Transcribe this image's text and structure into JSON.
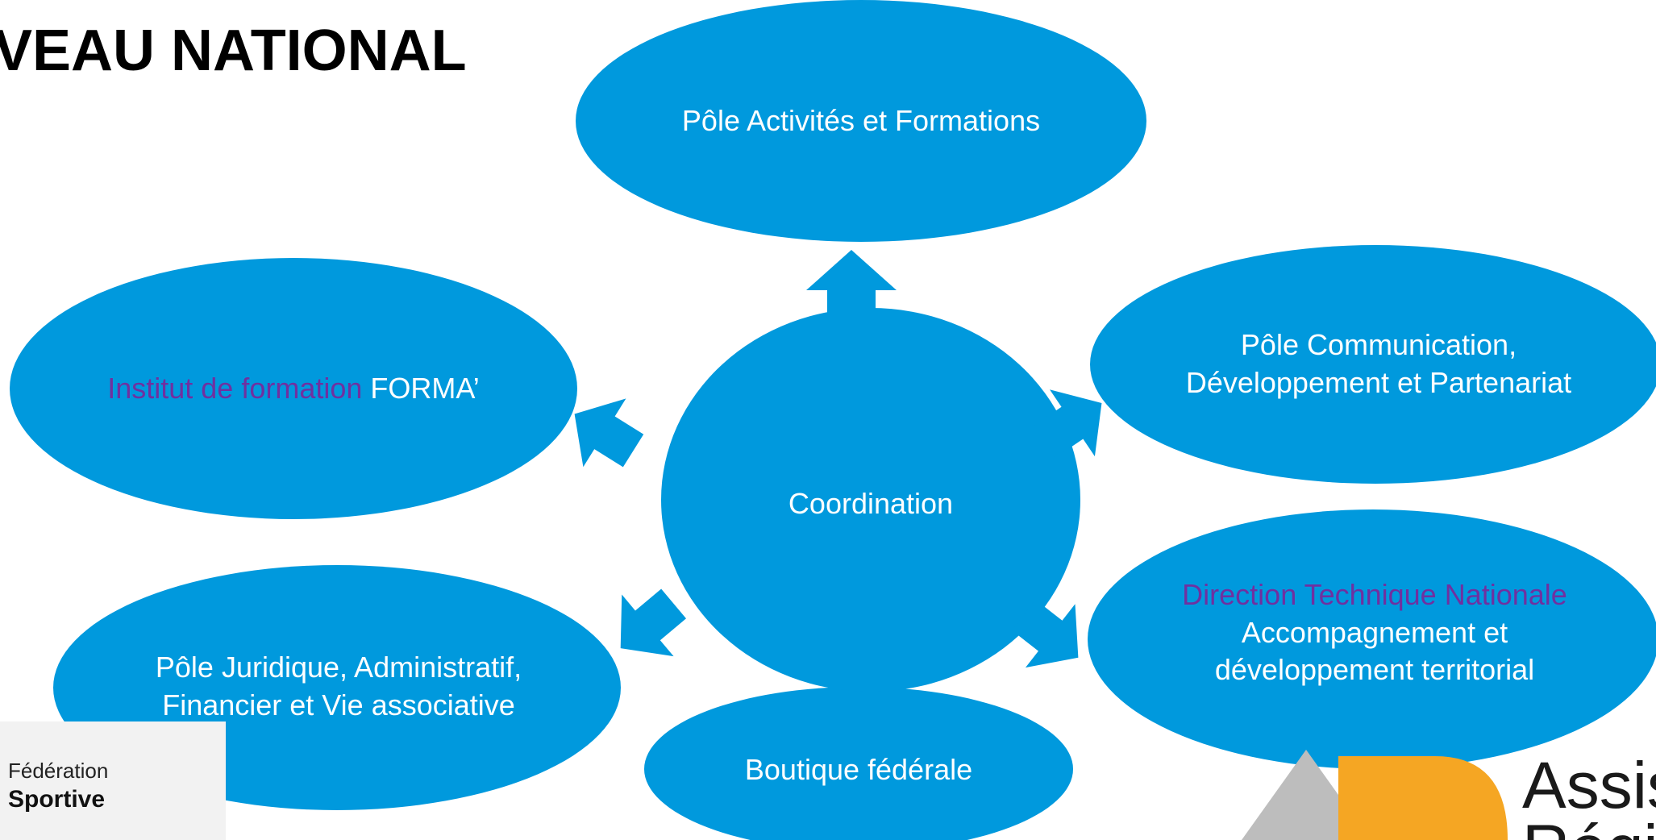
{
  "page": {
    "heading": "VEAU NATIONAL"
  },
  "colors": {
    "ellipse_fill": "#0099dd",
    "node_text": "#ffffff",
    "accent_text": "#7030a0"
  },
  "diagram": {
    "center": {
      "label": "Coordination"
    },
    "nodes": {
      "top": {
        "label": "Pôle Activités et Formations"
      },
      "left": {
        "accent": "Institut de formation",
        "label": "FORMA’"
      },
      "right_top": {
        "line1": "Pôle Communication,",
        "line2": "Développement et Partenariat"
      },
      "right_bottom": {
        "accent": "Direction Technique Nationale",
        "line1": "Accompagnement et",
        "line2": "développement territorial"
      },
      "bottom_left": {
        "line1": "Pôle Juridique, Administratif,",
        "line2": "Financier et Vie associative"
      },
      "bottom": {
        "label": "Boutique fédérale"
      }
    },
    "arrows": [
      "arrow-up",
      "arrow-up-left",
      "arrow-up-right",
      "arrow-down-left",
      "arrow-down-right"
    ]
  },
  "logos": {
    "left": {
      "line1": "Fédération",
      "line2": "Sportive"
    },
    "right": {
      "word1": "Assises",
      "word2": "Régionales",
      "brand_colors": [
        "#bdbdbd",
        "#f5a623"
      ]
    }
  }
}
